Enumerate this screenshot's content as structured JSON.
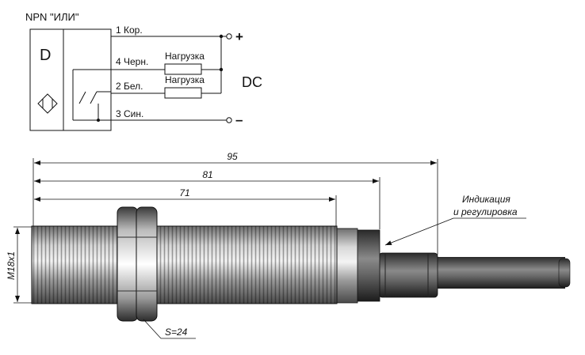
{
  "schematic": {
    "title": "NPN \"ИЛИ\"",
    "sensor_letter": "D",
    "supply_label": "DC",
    "plus_sign": "+",
    "minus_sign": "–",
    "wires": [
      {
        "label": "1 Кор."
      },
      {
        "label": "4 Черн.",
        "load": "Нагрузка"
      },
      {
        "label": "2 Бел.",
        "load": "Нагрузка"
      },
      {
        "label": "3 Син."
      }
    ]
  },
  "drawing": {
    "dimensions": [
      {
        "value": "95"
      },
      {
        "value": "81"
      },
      {
        "value": "71"
      }
    ],
    "thread_label": "M18x1",
    "wrench_label": "S=24",
    "callout_line1": "Индикация",
    "callout_line2": "и регулировка"
  }
}
